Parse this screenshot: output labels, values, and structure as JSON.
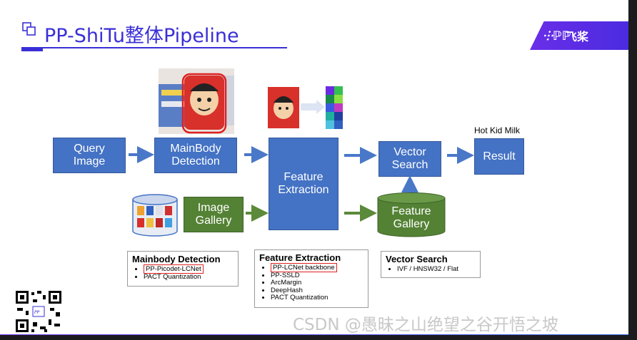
{
  "slide": {
    "title": "PP-ShiTu整体Pipeline",
    "logo_text": "飞桨",
    "logo_mark": "⸭ℙℙ",
    "watermark": "CSDN @愚昧之山绝望之谷开悟之坡"
  },
  "diagram": {
    "nodes": {
      "query_image": "Query\nImage",
      "mainbody_detection": "MainBody\nDetection",
      "feature_extraction": "Feature\nExtraction",
      "vector_search": "Vector\nSearch",
      "result": "Result",
      "image_gallery": "Image\nGallery",
      "feature_gallery": "Feature\nGallery"
    },
    "result_label": "Hot Kid Milk"
  },
  "cards": {
    "mainbody": {
      "title": "Mainbody Detection",
      "items": [
        "PP-Picodet-LCNet",
        "PACT Quantization"
      ]
    },
    "feature": {
      "title": "Feature Extraction",
      "items": [
        "PP-LCNet backbone",
        "PP-SSLD",
        "ArcMargin",
        "DeepHash",
        "PACT Quantization"
      ]
    },
    "vector": {
      "title": "Vector Search",
      "items": [
        "IVF / HNSW32 / Flat"
      ]
    }
  },
  "colors": {
    "title": "#3a2fd6",
    "box_blue": "#4472c4",
    "box_green": "#548235",
    "arrow_blue": "#4a78c8",
    "arrow_green": "#5a8a3a",
    "highlight_red": "#e02020"
  },
  "icons": [
    "copy-icon",
    "can-photo",
    "feature-heatmap",
    "gallery-cylinder",
    "qr-code"
  ]
}
